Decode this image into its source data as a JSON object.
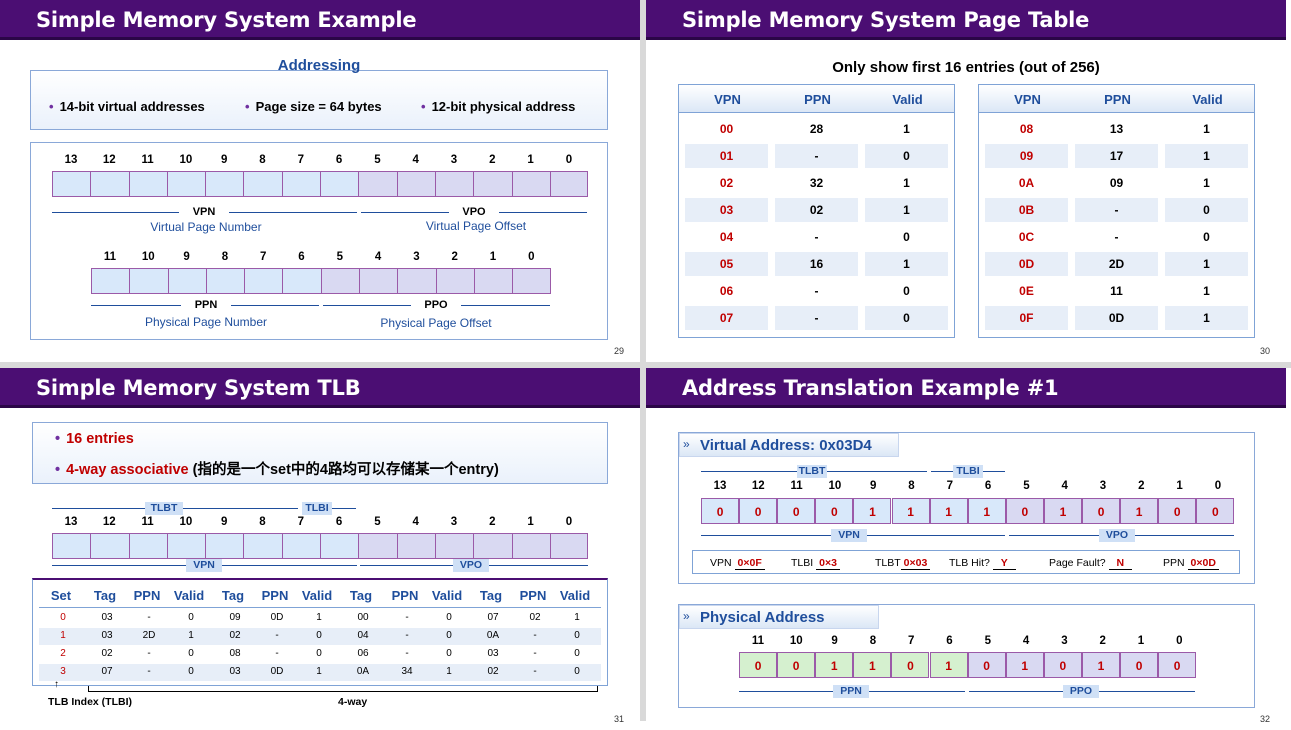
{
  "slide1": {
    "title": "Simple Memory System Example",
    "section": "Addressing",
    "bullets": [
      "14-bit virtual addresses",
      "Page size = 64 bytes",
      "12-bit physical address"
    ],
    "vbits": [
      "13",
      "12",
      "11",
      "10",
      "9",
      "8",
      "7",
      "6",
      "5",
      "4",
      "3",
      "2",
      "1",
      "0"
    ],
    "vpn": "VPN",
    "vpn_full": "Virtual Page Number",
    "vpo": "VPO",
    "vpo_full": "Virtual Page Offset",
    "pbits": [
      "11",
      "10",
      "9",
      "8",
      "7",
      "6",
      "5",
      "4",
      "3",
      "2",
      "1",
      "0"
    ],
    "ppn": "PPN",
    "ppn_full": "Physical Page Number",
    "ppo": "PPO",
    "ppo_full": "Physical Page Offset",
    "page": "29"
  },
  "slide2": {
    "title": "Simple Memory System Page Table",
    "caption": "Only show first 16 entries (out of 256)",
    "headers": [
      "VPN",
      "PPN",
      "Valid"
    ],
    "left": [
      [
        "00",
        "28",
        "1"
      ],
      [
        "01",
        "-",
        "0"
      ],
      [
        "02",
        "32",
        "1"
      ],
      [
        "03",
        "02",
        "1"
      ],
      [
        "04",
        "-",
        "0"
      ],
      [
        "05",
        "16",
        "1"
      ],
      [
        "06",
        "-",
        "0"
      ],
      [
        "07",
        "-",
        "0"
      ]
    ],
    "right": [
      [
        "08",
        "13",
        "1"
      ],
      [
        "09",
        "17",
        "1"
      ],
      [
        "0A",
        "09",
        "1"
      ],
      [
        "0B",
        "-",
        "0"
      ],
      [
        "0C",
        "-",
        "0"
      ],
      [
        "0D",
        "2D",
        "1"
      ],
      [
        "0E",
        "11",
        "1"
      ],
      [
        "0F",
        "0D",
        "1"
      ]
    ],
    "page": "30"
  },
  "slide3": {
    "title": "Simple Memory System TLB",
    "bullet1": "16 entries",
    "bullet2_red": "4-way associative",
    "bullet2_rest": " (指的是一个set中的4路均可以存储某一个entry)",
    "tlbt": "TLBT",
    "tlbi": "TLBI",
    "vpn": "VPN",
    "vpo": "VPO",
    "bits": [
      "13",
      "12",
      "11",
      "10",
      "9",
      "8",
      "7",
      "6",
      "5",
      "4",
      "3",
      "2",
      "1",
      "0"
    ],
    "headers": [
      "Set",
      "Tag",
      "PPN",
      "Valid",
      "Tag",
      "PPN",
      "Valid",
      "Tag",
      "PPN",
      "Valid",
      "Tag",
      "PPN",
      "Valid"
    ],
    "rows": [
      [
        "0",
        "03",
        "-",
        "0",
        "09",
        "0D",
        "1",
        "00",
        "-",
        "0",
        "07",
        "02",
        "1"
      ],
      [
        "1",
        "03",
        "2D",
        "1",
        "02",
        "-",
        "0",
        "04",
        "-",
        "0",
        "0A",
        "-",
        "0"
      ],
      [
        "2",
        "02",
        "-",
        "0",
        "08",
        "-",
        "0",
        "06",
        "-",
        "0",
        "03",
        "-",
        "0"
      ],
      [
        "3",
        "07",
        "-",
        "0",
        "03",
        "0D",
        "1",
        "0A",
        "34",
        "1",
        "02",
        "-",
        "0"
      ]
    ],
    "tlbi_label": "TLB Index (TLBI)",
    "way_label": "4-way",
    "page": "31"
  },
  "slide4": {
    "title": "Address Translation Example #1",
    "va_title": "Virtual Address: 0x03D4",
    "tlbt": "TLBT",
    "tlbi": "TLBI",
    "vbits": [
      "13",
      "12",
      "11",
      "10",
      "9",
      "8",
      "7",
      "6",
      "5",
      "4",
      "3",
      "2",
      "1",
      "0"
    ],
    "vvals": [
      "0",
      "0",
      "0",
      "0",
      "1",
      "1",
      "1",
      "1",
      "0",
      "1",
      "0",
      "1",
      "0",
      "0"
    ],
    "vpn": "VPN",
    "vpo": "VPO",
    "info": {
      "vpn_label": "VPN",
      "vpn_val": "0×0F",
      "tlbi_label": "TLBI",
      "tlbi_val": "0×3",
      "tlbt_label": "TLBT",
      "tlbt_val": "0×03",
      "hit_label": "TLB Hit?",
      "hit_val": "Y",
      "fault_label": "Page Fault?",
      "fault_val": "N",
      "ppn_label": "PPN",
      "ppn_val": "0×0D"
    },
    "pa_title": "Physical Address",
    "pbits": [
      "11",
      "10",
      "9",
      "8",
      "7",
      "6",
      "5",
      "4",
      "3",
      "2",
      "1",
      "0"
    ],
    "pvals": [
      "0",
      "0",
      "1",
      "1",
      "0",
      "1",
      "0",
      "1",
      "0",
      "1",
      "0",
      "0"
    ],
    "ppn": "PPN",
    "ppo": "PPO",
    "page": "32"
  },
  "colors": {
    "header": "#4b0e73",
    "accent_blue": "#1f4e9c",
    "red": "#c00000",
    "cell_vpn": "#d8e8fa",
    "cell_vpo": "#d9d9f2",
    "cell_ppn": "#d5f0cf"
  }
}
